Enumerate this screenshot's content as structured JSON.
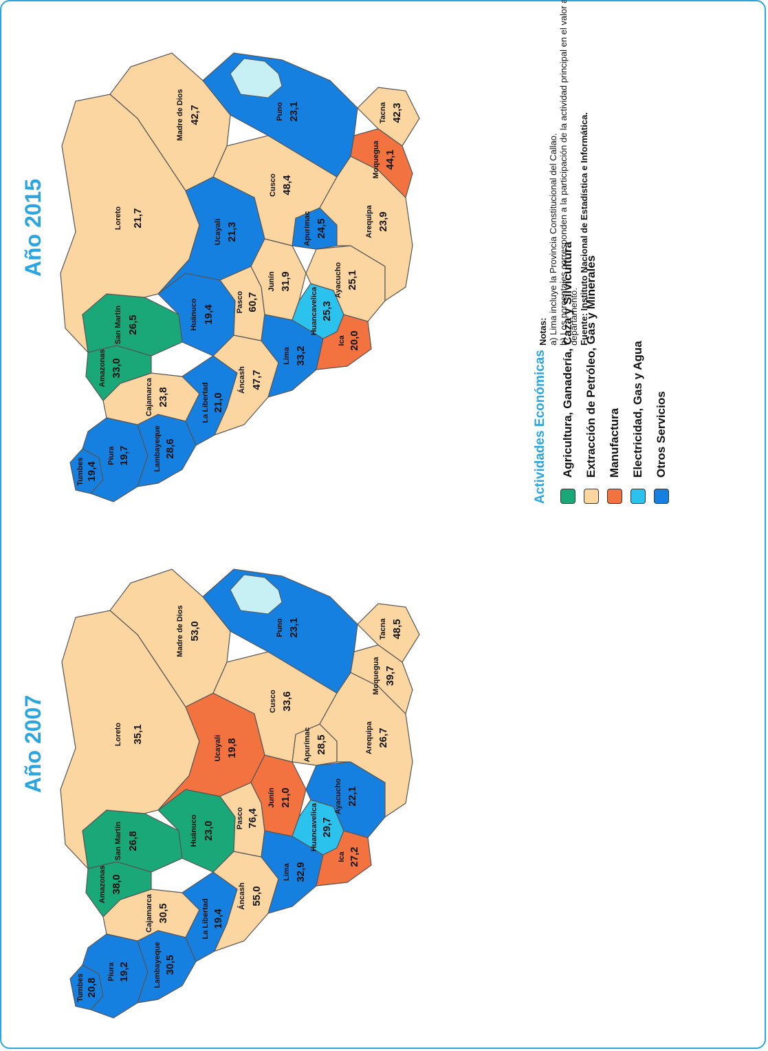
{
  "titles": {
    "left": "Año 2007",
    "right": "Año 2015"
  },
  "colors": {
    "agri": "#1aa879",
    "ext": "#fbd6a0",
    "man": "#f27340",
    "elec": "#2bc3ee",
    "otros": "#1580e0",
    "lake": "#c6f0f4",
    "title": "#2aa5e0"
  },
  "legend": {
    "title": "Actividades Económicas",
    "items": [
      {
        "label": "Agricultura, Ganadería, Caza y Silvicultura",
        "color": "#1aa879"
      },
      {
        "label": "Extracción de Petróleo, Gas y Minerales",
        "color": "#fbd6a0"
      },
      {
        "label": "Manufactura",
        "color": "#f27340"
      },
      {
        "label": "Electricidad, Gas y Agua",
        "color": "#2bc3ee"
      },
      {
        "label": "Otros Servicios",
        "color": "#1580e0"
      }
    ]
  },
  "maps": {
    "y2007": [
      {
        "name": "Tumbes",
        "value": "20,8",
        "cat": "otros"
      },
      {
        "name": "Piura",
        "value": "19,2",
        "cat": "otros"
      },
      {
        "name": "Lambayeque",
        "value": "30,5",
        "cat": "otros"
      },
      {
        "name": "Cajamarca",
        "value": "30,5",
        "cat": "ext"
      },
      {
        "name": "Amazonas",
        "value": "38,0",
        "cat": "agri"
      },
      {
        "name": "La Libertad",
        "value": "19,4",
        "cat": "otros"
      },
      {
        "name": "San Martín",
        "value": "26,8",
        "cat": "agri"
      },
      {
        "name": "Loreto",
        "value": "35,1",
        "cat": "ext"
      },
      {
        "name": "Áncash",
        "value": "55,0",
        "cat": "ext"
      },
      {
        "name": "Huánuco",
        "value": "23,0",
        "cat": "agri"
      },
      {
        "name": "Ucayali",
        "value": "19,8",
        "cat": "man"
      },
      {
        "name": "Pasco",
        "value": "76,4",
        "cat": "ext"
      },
      {
        "name": "Lima",
        "value": "32,9",
        "cat": "otros"
      },
      {
        "name": "Junín",
        "value": "21,0",
        "cat": "man"
      },
      {
        "name": "Huancavelica",
        "value": "29,7",
        "cat": "elec"
      },
      {
        "name": "Ica",
        "value": "27,2",
        "cat": "man"
      },
      {
        "name": "Ayacucho",
        "value": "22,1",
        "cat": "otros"
      },
      {
        "name": "Apurímac",
        "value": "28,5",
        "cat": "ext"
      },
      {
        "name": "Cusco",
        "value": "33,6",
        "cat": "ext"
      },
      {
        "name": "Madre de Dios",
        "value": "53,0",
        "cat": "ext"
      },
      {
        "name": "Arequipa",
        "value": "26,7",
        "cat": "ext"
      },
      {
        "name": "Puno",
        "value": "23,1",
        "cat": "otros"
      },
      {
        "name": "Moquegua",
        "value": "39,7",
        "cat": "ext"
      },
      {
        "name": "Tacna",
        "value": "48,5",
        "cat": "ext"
      }
    ],
    "y2015": [
      {
        "name": "Tumbes",
        "value": "19,4",
        "cat": "otros"
      },
      {
        "name": "Piura",
        "value": "19,7",
        "cat": "otros"
      },
      {
        "name": "Lambayeque",
        "value": "28,6",
        "cat": "otros"
      },
      {
        "name": "Cajamarca",
        "value": "23,8",
        "cat": "ext"
      },
      {
        "name": "Amazonas",
        "value": "33,0",
        "cat": "agri"
      },
      {
        "name": "La Libertad",
        "value": "21,0",
        "cat": "otros"
      },
      {
        "name": "San Martín",
        "value": "26,5",
        "cat": "agri"
      },
      {
        "name": "Loreto",
        "value": "21,7",
        "cat": "ext"
      },
      {
        "name": "Áncash",
        "value": "47,7",
        "cat": "ext"
      },
      {
        "name": "Huánuco",
        "value": "19,4",
        "cat": "otros"
      },
      {
        "name": "Ucayali",
        "value": "21,3",
        "cat": "otros"
      },
      {
        "name": "Pasco",
        "value": "60,7",
        "cat": "ext"
      },
      {
        "name": "Lima",
        "value": "33,2",
        "cat": "otros"
      },
      {
        "name": "Junín",
        "value": "31,9",
        "cat": "ext"
      },
      {
        "name": "Huancavelica",
        "value": "25,3",
        "cat": "elec"
      },
      {
        "name": "Ica",
        "value": "20,0",
        "cat": "man"
      },
      {
        "name": "Ayacucho",
        "value": "25,1",
        "cat": "ext"
      },
      {
        "name": "Apurímac",
        "value": "24,5",
        "cat": "otros"
      },
      {
        "name": "Cusco",
        "value": "48,4",
        "cat": "ext"
      },
      {
        "name": "Madre de Dios",
        "value": "42,7",
        "cat": "ext"
      },
      {
        "name": "Arequipa",
        "value": "23,9",
        "cat": "ext"
      },
      {
        "name": "Puno",
        "value": "23,1",
        "cat": "otros"
      },
      {
        "name": "Moquegua",
        "value": "44,1",
        "cat": "man"
      },
      {
        "name": "Tacna",
        "value": "42,3",
        "cat": "ext"
      }
    ]
  },
  "notes": {
    "heading": "Notas:",
    "a": "a) Lima incluye la Provincia Constitucional del Callao.",
    "b": "b) Los porcentajes corresponden a la participación de la actividad principal en el valor agregado bruto de cada departamento.",
    "source": "Fuente: Instituto Nacional de Estadística e Informática."
  }
}
